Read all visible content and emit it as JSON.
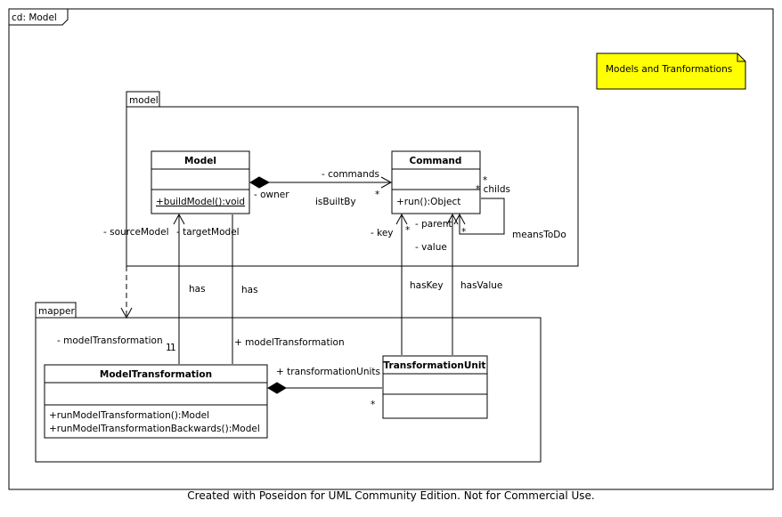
{
  "frame": {
    "label": "cd: Model"
  },
  "note": {
    "text": "Models and Tranformations",
    "color": "#ffff00"
  },
  "packages": {
    "model": {
      "name": "model"
    },
    "mapper": {
      "name": "mapper"
    }
  },
  "classes": {
    "model": {
      "name": "Model",
      "operations": [
        "+buildModel():void"
      ]
    },
    "command": {
      "name": "Command",
      "operations": [
        "+run():Object"
      ]
    },
    "model_transformation": {
      "name": "ModelTransformation",
      "operations": [
        "+runModelTransformation():Model",
        "+runModelTransformationBackwards():Model"
      ]
    },
    "transformation_unit": {
      "name": "TransformationUnit",
      "operations": []
    }
  },
  "associations": {
    "commands": {
      "role_target": "- commands",
      "role_source": "- owner",
      "name": "isBuiltBy",
      "multiplicity": "*"
    },
    "self": {
      "role_childs": "* childs",
      "mult_childs": "*",
      "role_parent": "- parent",
      "mult_parent": "*",
      "name": "meansToDo"
    },
    "source_model": {
      "role": "- sourceModel",
      "multiplicity": "1",
      "name": "has"
    },
    "target_model": {
      "role": "- targetModel",
      "name": "has"
    },
    "key": {
      "role": "- key",
      "multiplicity": "*",
      "name": "hasKey"
    },
    "value": {
      "role": "- value",
      "name": "hasValue"
    },
    "mt_left": {
      "role": "- modelTransformation",
      "multiplicity": "1"
    },
    "mt_right": {
      "role": "+ modelTransformation"
    },
    "units": {
      "role": "+ transformationUnits",
      "multiplicity": "*"
    }
  },
  "footer": "Created with Poseidon for UML Community Edition. Not for Commercial Use."
}
